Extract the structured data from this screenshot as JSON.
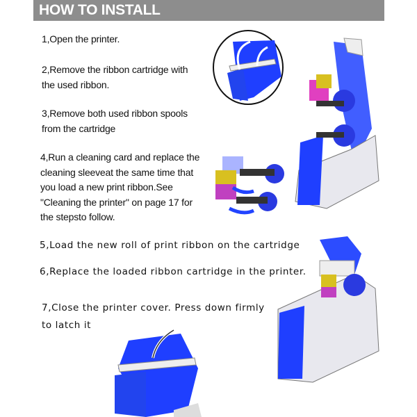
{
  "header": {
    "title": "HOW TO INSTALL"
  },
  "steps": [
    {
      "lines": [
        "1,Open the printer."
      ]
    },
    {
      "lines": [
        "2,Remove the ribbon cartridge with",
        "the used ribbon."
      ]
    },
    {
      "lines": [
        "3,Remove both used ribbon spools",
        "from the cartridge"
      ]
    },
    {
      "lines": [
        "4,Run a cleaning card and replace the",
        "cleaning sleeveat the same time that",
        "you load a new print ribbon.See",
        "\"Cleaning the printer\" on page 17 for",
        "the stepsto follow."
      ]
    },
    {
      "lines": [
        "5,Load the new roll of print ribbon on the cartridge"
      ]
    },
    {
      "lines": [
        "6,Replace the loaded ribbon cartridge in the printer."
      ]
    },
    {
      "lines": [
        "7,Close the printer cover. Press down firmly",
        "to latch it"
      ]
    }
  ],
  "colors": {
    "header": "#8d8d8d",
    "cover_blue": "#1f3fff",
    "ribbon_magenta": "#e040c0",
    "ribbon_yellow": "#d8c020"
  }
}
